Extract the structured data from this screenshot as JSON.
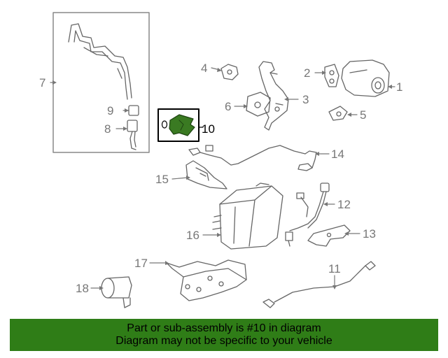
{
  "callouts": {
    "c1": "1",
    "c2": "2",
    "c3": "3",
    "c4": "4",
    "c5": "5",
    "c6": "6",
    "c7": "7",
    "c8": "8",
    "c9": "9",
    "c10": "10",
    "c11": "11",
    "c12": "12",
    "c13": "13",
    "c14": "14",
    "c15": "15",
    "c16": "16",
    "c17": "17",
    "c18": "18"
  },
  "highlight": {
    "part_number": "10",
    "color": "#3a7a22"
  },
  "banner": {
    "line1": "Part or sub-assembly is #10 in diagram",
    "line2": "Diagram may not be specific to your vehicle",
    "color": "#2f7d17"
  }
}
